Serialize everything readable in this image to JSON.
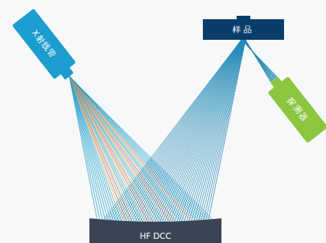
{
  "diagram": {
    "nodes": [
      {
        "text": [
          "X射线管"
        ]
      },
      {
        "text": [
          "样品"
        ]
      },
      {
        "text": [
          "探测器"
        ]
      },
      {
        "text": [
          "HF DCC"
        ]
      }
    ],
    "edges": [
      {
        "from": 0,
        "to": 3,
        "arrow": "none"
      },
      {
        "from": 3,
        "to": 1,
        "arrow": "none"
      },
      {
        "from": 1,
        "to": 2,
        "arrow": "none"
      }
    ]
  }
}
